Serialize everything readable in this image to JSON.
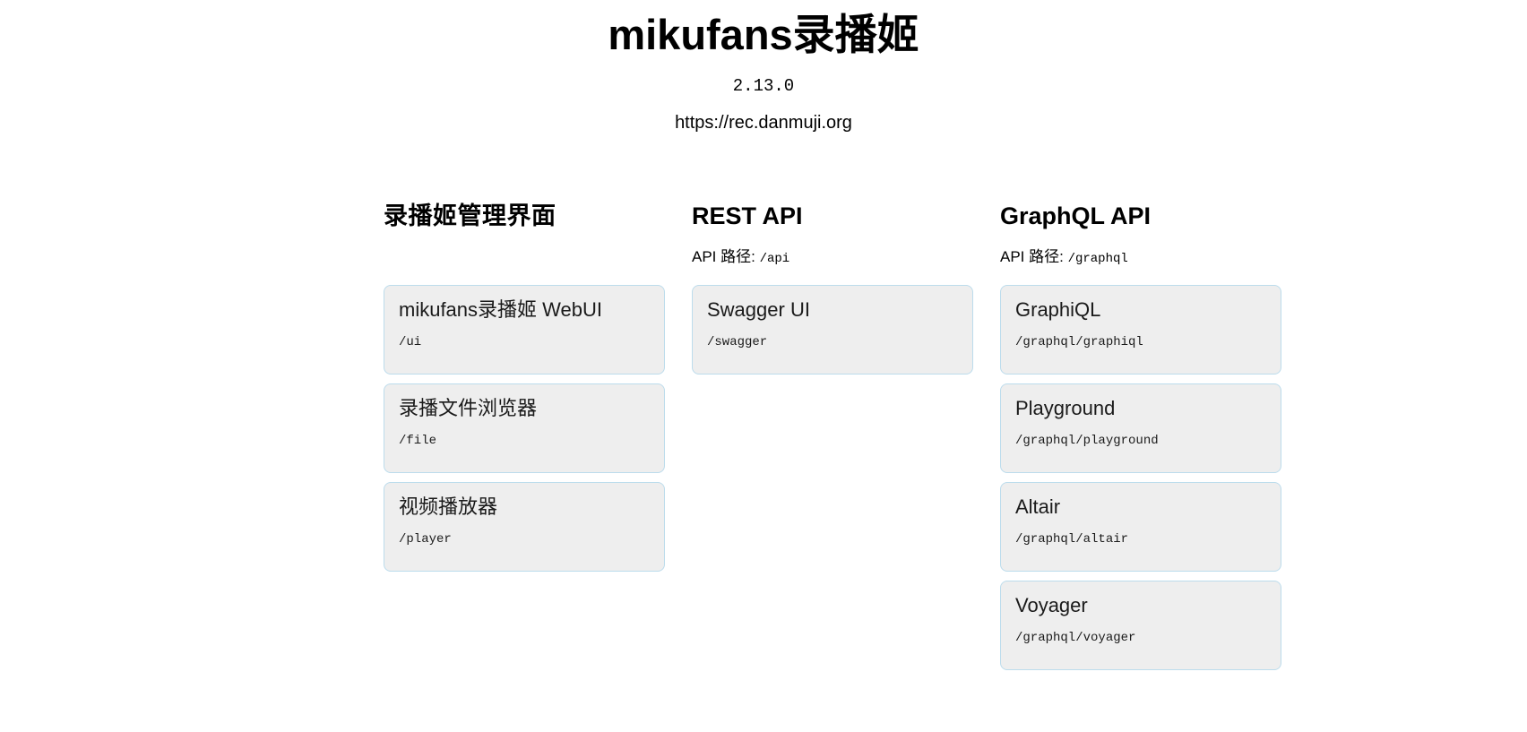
{
  "header": {
    "title": "mikufans录播姬",
    "version": "2.13.0",
    "url": "https://rec.danmuji.org"
  },
  "colors": {
    "card_background": "#eeeeee",
    "card_border": "#bcdcec",
    "page_background": "#ffffff",
    "text": "#000000"
  },
  "columns": [
    {
      "title": "录播姬管理界面",
      "subtitle_label": "",
      "subtitle_path": "",
      "cards": [
        {
          "name": "mikufans录播姬 WebUI",
          "path": "/ui"
        },
        {
          "name": "录播文件浏览器",
          "path": "/file"
        },
        {
          "name": "视频播放器",
          "path": "/player"
        }
      ]
    },
    {
      "title": "REST API",
      "subtitle_label": "API 路径: ",
      "subtitle_path": "/api",
      "cards": [
        {
          "name": "Swagger UI",
          "path": "/swagger"
        }
      ]
    },
    {
      "title": "GraphQL API",
      "subtitle_label": "API 路径: ",
      "subtitle_path": "/graphql",
      "cards": [
        {
          "name": "GraphiQL",
          "path": "/graphql/graphiql"
        },
        {
          "name": "Playground",
          "path": "/graphql/playground"
        },
        {
          "name": "Altair",
          "path": "/graphql/altair"
        },
        {
          "name": "Voyager",
          "path": "/graphql/voyager"
        }
      ]
    }
  ]
}
